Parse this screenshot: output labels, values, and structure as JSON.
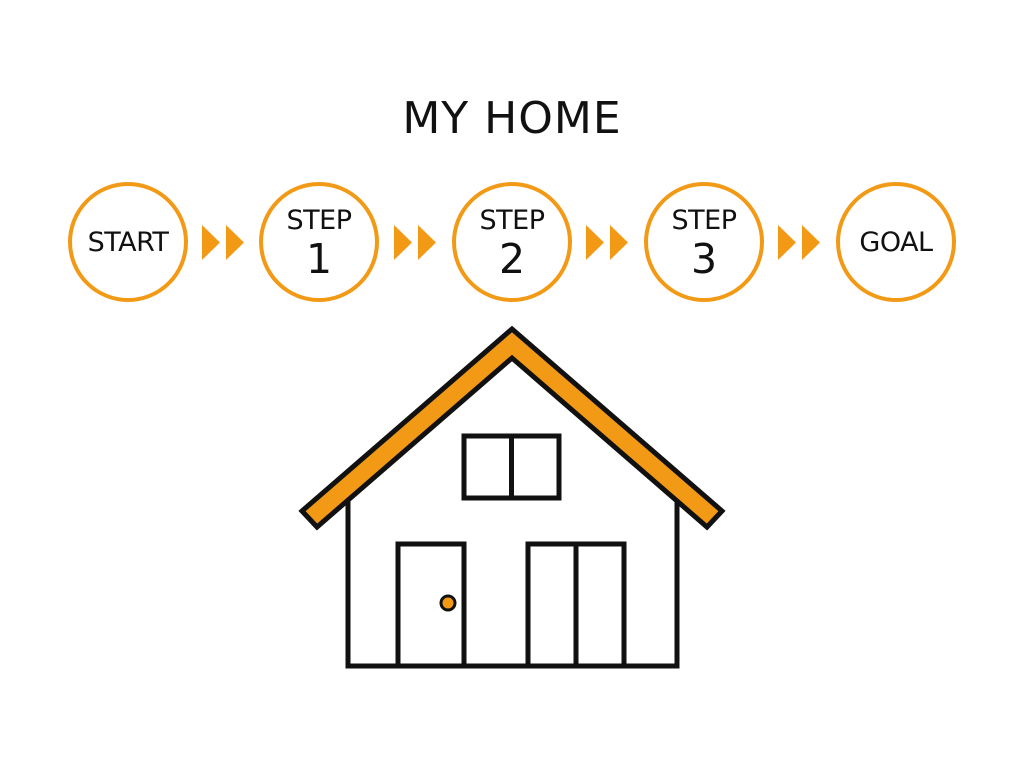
{
  "title": "MY HOME",
  "steps": [
    {
      "kind": "single",
      "label": "START"
    },
    {
      "kind": "step",
      "label": "STEP",
      "number": "1"
    },
    {
      "kind": "step",
      "label": "STEP",
      "number": "2"
    },
    {
      "kind": "step",
      "label": "STEP",
      "number": "3"
    },
    {
      "kind": "single",
      "label": "GOAL"
    }
  ],
  "colors": {
    "accent": "#f29a16",
    "line": "#111111",
    "background": "#ffffff"
  },
  "icons": [
    "double-chevron-right-icon",
    "house-icon",
    "door-knob-icon"
  ]
}
